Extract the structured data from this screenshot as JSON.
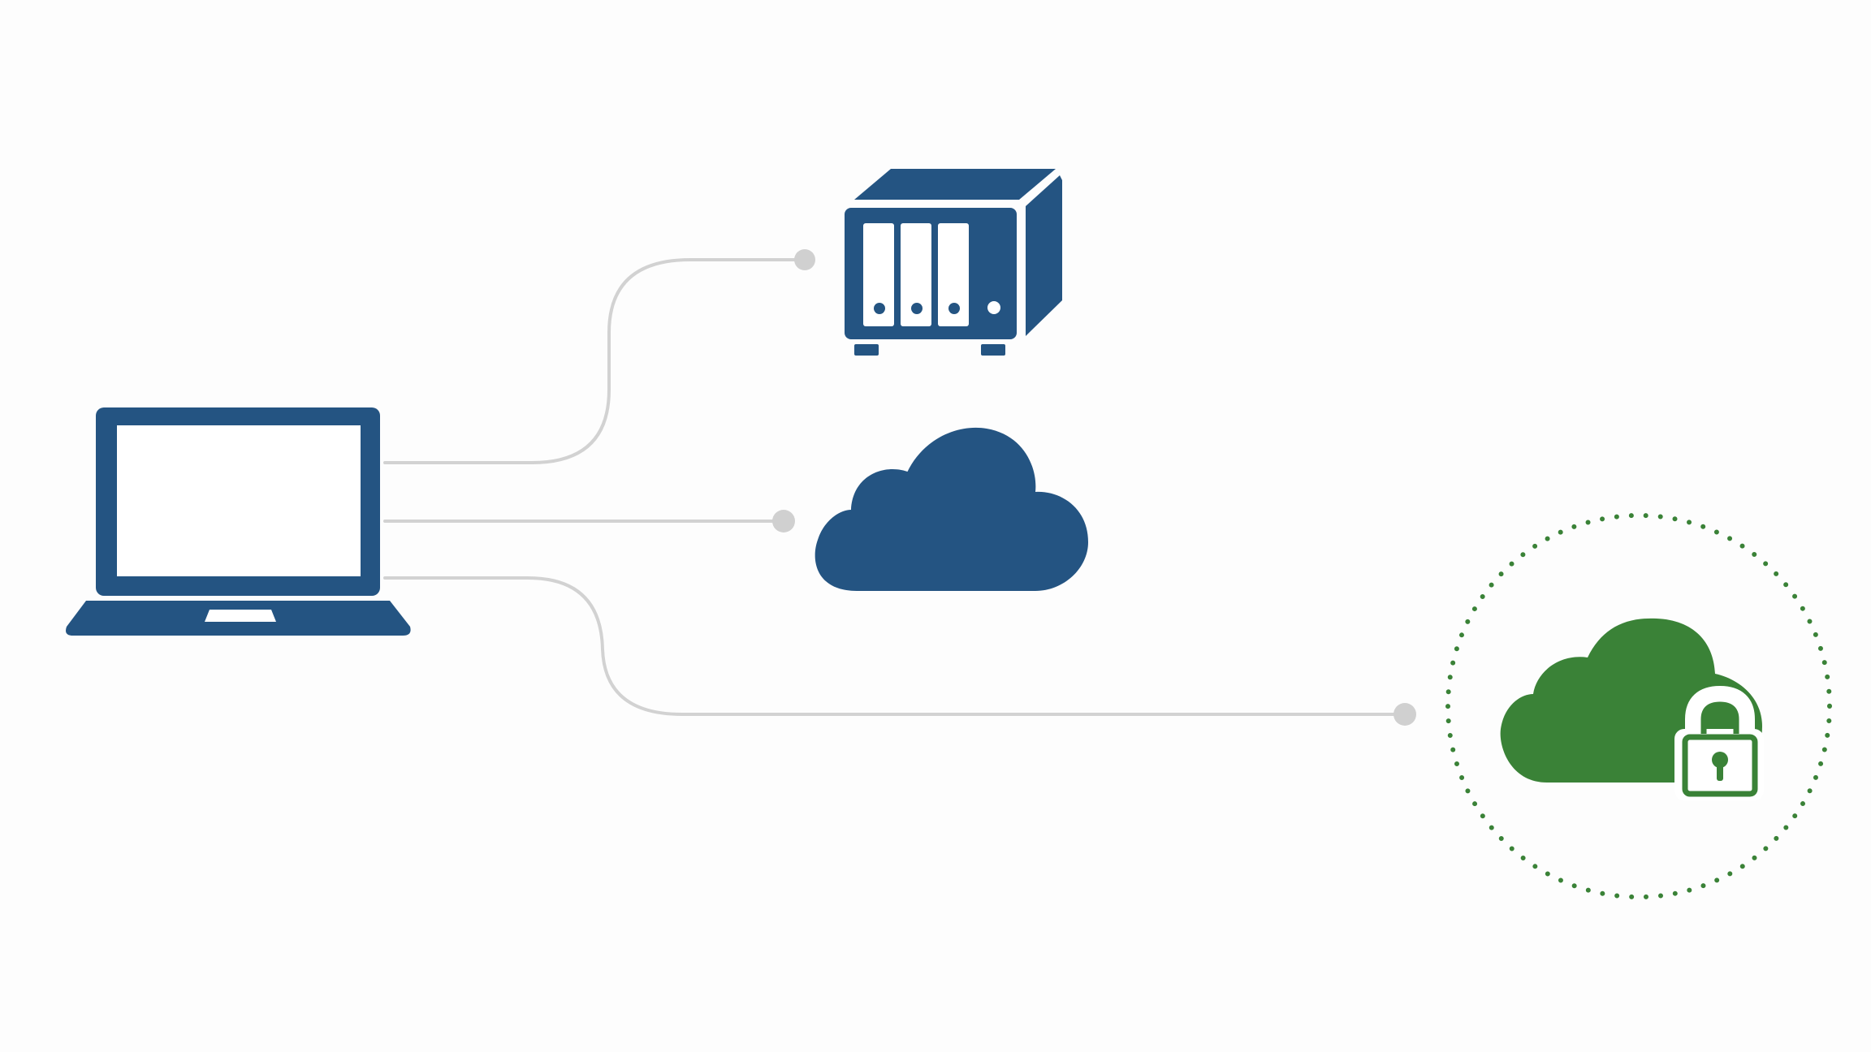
{
  "diagram": {
    "nodes": [
      {
        "id": "laptop",
        "icon": "laptop-icon"
      },
      {
        "id": "nas",
        "icon": "nas-storage-icon"
      },
      {
        "id": "cloud",
        "icon": "cloud-icon"
      },
      {
        "id": "secure-cloud",
        "icon": "secure-cloud-lock-icon",
        "highlight": "dotted-circle"
      }
    ],
    "edges": [
      {
        "from": "laptop",
        "to": "nas"
      },
      {
        "from": "laptop",
        "to": "cloud"
      },
      {
        "from": "laptop",
        "to": "secure-cloud"
      }
    ]
  },
  "colors": {
    "background": "#fdfdfd",
    "primary_blue": "#245482",
    "secure_green": "#3a8237",
    "connector_gray": "#d2d2d2",
    "connector_dot": "#d0d0d0"
  }
}
